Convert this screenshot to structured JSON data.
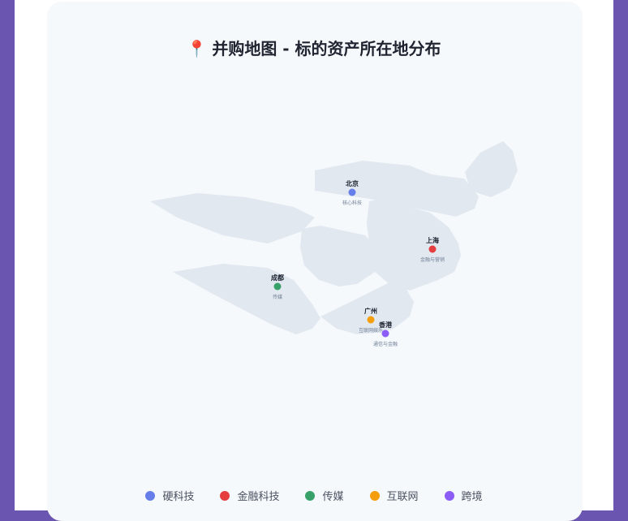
{
  "title": {
    "icon": "pin-icon",
    "icon_glyph": "📍",
    "text": "并购地图 - 标的资产所在地分布"
  },
  "cities": [
    {
      "name": "北京",
      "sector": "核心科技",
      "category": "硬科技",
      "color": "#667eea"
    },
    {
      "name": "上海",
      "sector": "金融与营销",
      "category": "金融科技",
      "color": "#e53e3e"
    },
    {
      "name": "成都",
      "sector": "传媒",
      "category": "传媒",
      "color": "#38a169"
    },
    {
      "name": "广州",
      "sector": "互联网娱乐",
      "category": "互联网",
      "color": "#f59e0b"
    },
    {
      "name": "香港",
      "sector": "通信与金融",
      "category": "跨境",
      "color": "#8b5cf6"
    }
  ],
  "legend": [
    {
      "label": "硬科技",
      "color": "#667eea"
    },
    {
      "label": "金融科技",
      "color": "#e53e3e"
    },
    {
      "label": "传媒",
      "color": "#38a169"
    },
    {
      "label": "互联网",
      "color": "#f59e0b"
    },
    {
      "label": "跨境",
      "color": "#8b5cf6"
    }
  ],
  "region_color": "#e2e8f0"
}
